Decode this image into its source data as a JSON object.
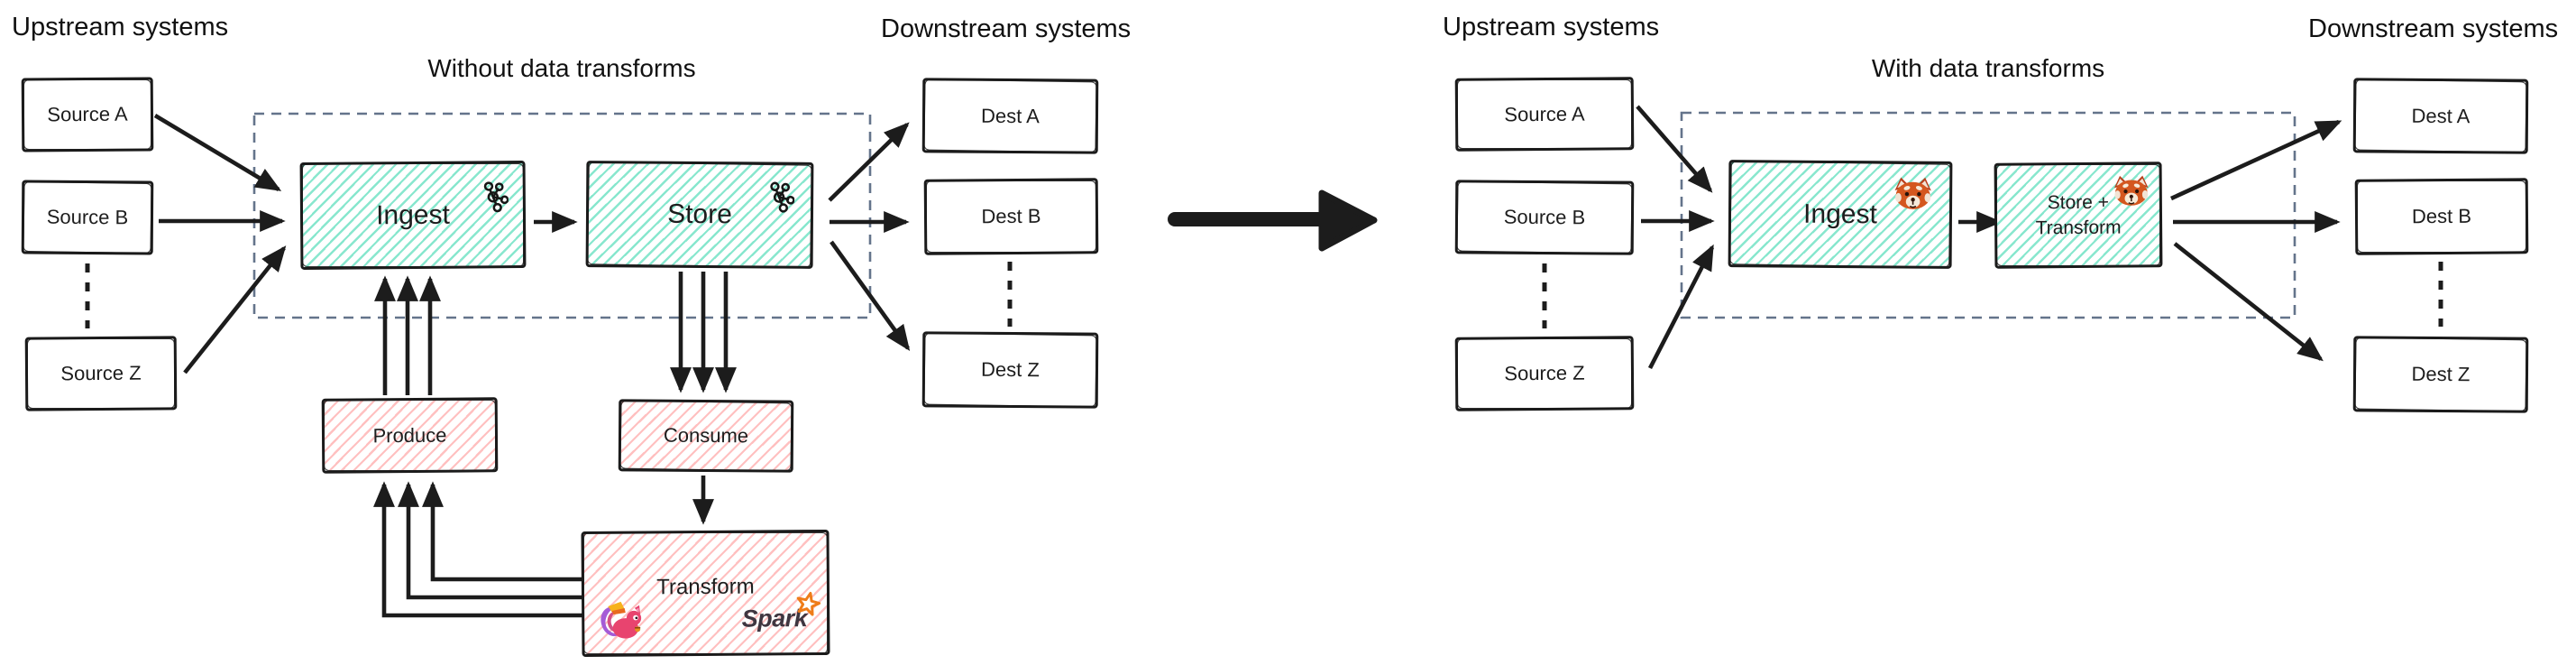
{
  "left": {
    "upstream_label": "Upstream systems",
    "title": "Without data transforms",
    "downstream_label": "Downstream systems",
    "sources": [
      "Source A",
      "Source B",
      "Source Z"
    ],
    "ingest_label": "Ingest",
    "store_label": "Store",
    "produce_label": "Produce",
    "consume_label": "Consume",
    "transform_label": "Transform",
    "spark_label": "Spark",
    "dests": [
      "Dest A",
      "Dest B",
      "Dest Z"
    ]
  },
  "right": {
    "upstream_label": "Upstream systems",
    "title": "With data transforms",
    "downstream_label": "Downstream systems",
    "sources": [
      "Source A",
      "Source B",
      "Source Z"
    ],
    "ingest_label": "Ingest",
    "store_transform_line1": "Store +",
    "store_transform_line2": "Transform",
    "dests": [
      "Dest A",
      "Dest B",
      "Dest Z"
    ]
  },
  "icons": {
    "kafka": "kafka-logo",
    "redpanda": "redpanda-logo",
    "flink": "flink-squirrel-logo",
    "spark_star": "spark-star-logo"
  },
  "colors": {
    "teal_hatch": "#60dfbe",
    "pink_hatch": "#ff8c8c",
    "dashed_box": "#64748b",
    "ink": "#1c1c1c",
    "spark_orange": "#ef7c18",
    "spark_text": "#3f3640",
    "panda_orange": "#cf4f1f",
    "flink_pink": "#e8446f",
    "flink_purple": "#a55bd6"
  }
}
